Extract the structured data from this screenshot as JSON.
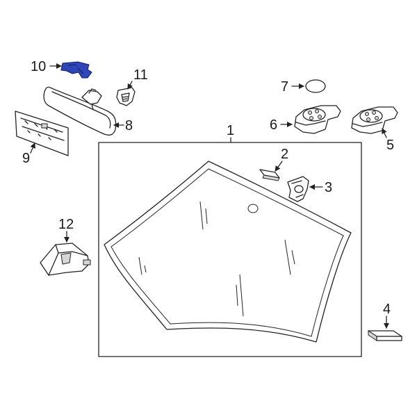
{
  "callouts": {
    "c1": "1",
    "c2": "2",
    "c3": "3",
    "c4": "4",
    "c5": "5",
    "c6": "6",
    "c7": "7",
    "c8": "8",
    "c9": "9",
    "c10": "10",
    "c11": "11",
    "c12": "12"
  },
  "colors": {
    "highlight": "#2f46b8",
    "line": "#222222",
    "shade": "#d6d6d6"
  }
}
